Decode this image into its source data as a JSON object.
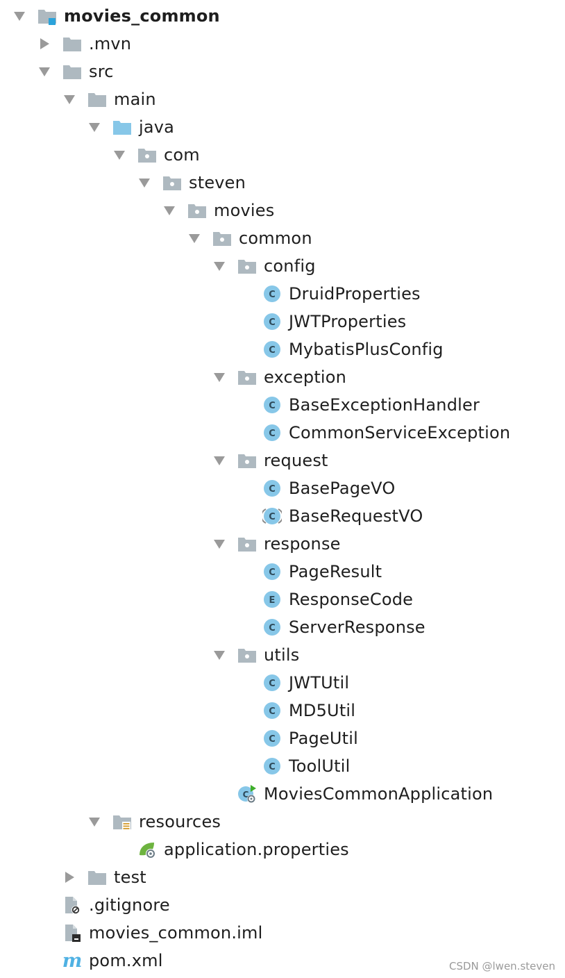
{
  "tree": [
    {
      "label": "movies_common",
      "icon": "module-folder-icon",
      "arrow": "expanded",
      "depth": 0,
      "bold": true
    },
    {
      "label": ".mvn",
      "icon": "folder-icon",
      "arrow": "collapsed",
      "depth": 1
    },
    {
      "label": "src",
      "icon": "folder-icon",
      "arrow": "expanded",
      "depth": 1
    },
    {
      "label": "main",
      "icon": "folder-icon",
      "arrow": "expanded",
      "depth": 2
    },
    {
      "label": "java",
      "icon": "source-folder-icon",
      "arrow": "expanded",
      "depth": 3
    },
    {
      "label": "com",
      "icon": "package-icon",
      "arrow": "expanded",
      "depth": 4
    },
    {
      "label": "steven",
      "icon": "package-icon",
      "arrow": "expanded",
      "depth": 5
    },
    {
      "label": "movies",
      "icon": "package-icon",
      "arrow": "expanded",
      "depth": 6
    },
    {
      "label": "common",
      "icon": "package-icon",
      "arrow": "expanded",
      "depth": 7
    },
    {
      "label": "config",
      "icon": "package-icon",
      "arrow": "expanded",
      "depth": 8
    },
    {
      "label": "DruidProperties",
      "icon": "class-icon",
      "arrow": "none",
      "depth": 9
    },
    {
      "label": "JWTProperties",
      "icon": "class-icon",
      "arrow": "none",
      "depth": 9
    },
    {
      "label": "MybatisPlusConfig",
      "icon": "class-icon",
      "arrow": "none",
      "depth": 9
    },
    {
      "label": "exception",
      "icon": "package-icon",
      "arrow": "expanded",
      "depth": 8
    },
    {
      "label": "BaseExceptionHandler",
      "icon": "class-icon",
      "arrow": "none",
      "depth": 9
    },
    {
      "label": "CommonServiceException",
      "icon": "class-icon",
      "arrow": "none",
      "depth": 9
    },
    {
      "label": "request",
      "icon": "package-icon",
      "arrow": "expanded",
      "depth": 8
    },
    {
      "label": "BasePageVO",
      "icon": "class-icon",
      "arrow": "none",
      "depth": 9
    },
    {
      "label": "BaseRequestVO",
      "icon": "abstract-class-icon",
      "arrow": "none",
      "depth": 9
    },
    {
      "label": "response",
      "icon": "package-icon",
      "arrow": "expanded",
      "depth": 8
    },
    {
      "label": "PageResult",
      "icon": "class-icon",
      "arrow": "none",
      "depth": 9
    },
    {
      "label": "ResponseCode",
      "icon": "enum-icon",
      "arrow": "none",
      "depth": 9
    },
    {
      "label": "ServerResponse",
      "icon": "class-icon",
      "arrow": "none",
      "depth": 9
    },
    {
      "label": "utils",
      "icon": "package-icon",
      "arrow": "expanded",
      "depth": 8
    },
    {
      "label": "JWTUtil",
      "icon": "class-icon",
      "arrow": "none",
      "depth": 9
    },
    {
      "label": "MD5Util",
      "icon": "class-icon",
      "arrow": "none",
      "depth": 9
    },
    {
      "label": "PageUtil",
      "icon": "class-icon",
      "arrow": "none",
      "depth": 9
    },
    {
      "label": "ToolUtil",
      "icon": "class-icon",
      "arrow": "none",
      "depth": 9
    },
    {
      "label": "MoviesCommonApplication",
      "icon": "spring-boot-app-icon",
      "arrow": "none",
      "depth": 8
    },
    {
      "label": "resources",
      "icon": "resources-folder-icon",
      "arrow": "expanded",
      "depth": 3
    },
    {
      "label": "application.properties",
      "icon": "spring-properties-icon",
      "arrow": "none",
      "depth": 4
    },
    {
      "label": "test",
      "icon": "folder-icon",
      "arrow": "collapsed",
      "depth": 2
    },
    {
      "label": ".gitignore",
      "icon": "gitignore-file-icon",
      "arrow": "none",
      "depth": 1
    },
    {
      "label": "movies_common.iml",
      "icon": "iml-file-icon",
      "arrow": "none",
      "depth": 1
    },
    {
      "label": "pom.xml",
      "icon": "maven-icon",
      "arrow": "none",
      "depth": 1
    }
  ],
  "watermark": "CSDN @lwen.steven",
  "colors": {
    "folder": "#aeb9c0",
    "source_folder": "#87c7e8",
    "class_badge": "#87c7e8",
    "arrow": "#9a9a9a",
    "text": "#1e1e1e",
    "spring_green": "#6db33f",
    "maven_blue": "#4fb1e3"
  }
}
